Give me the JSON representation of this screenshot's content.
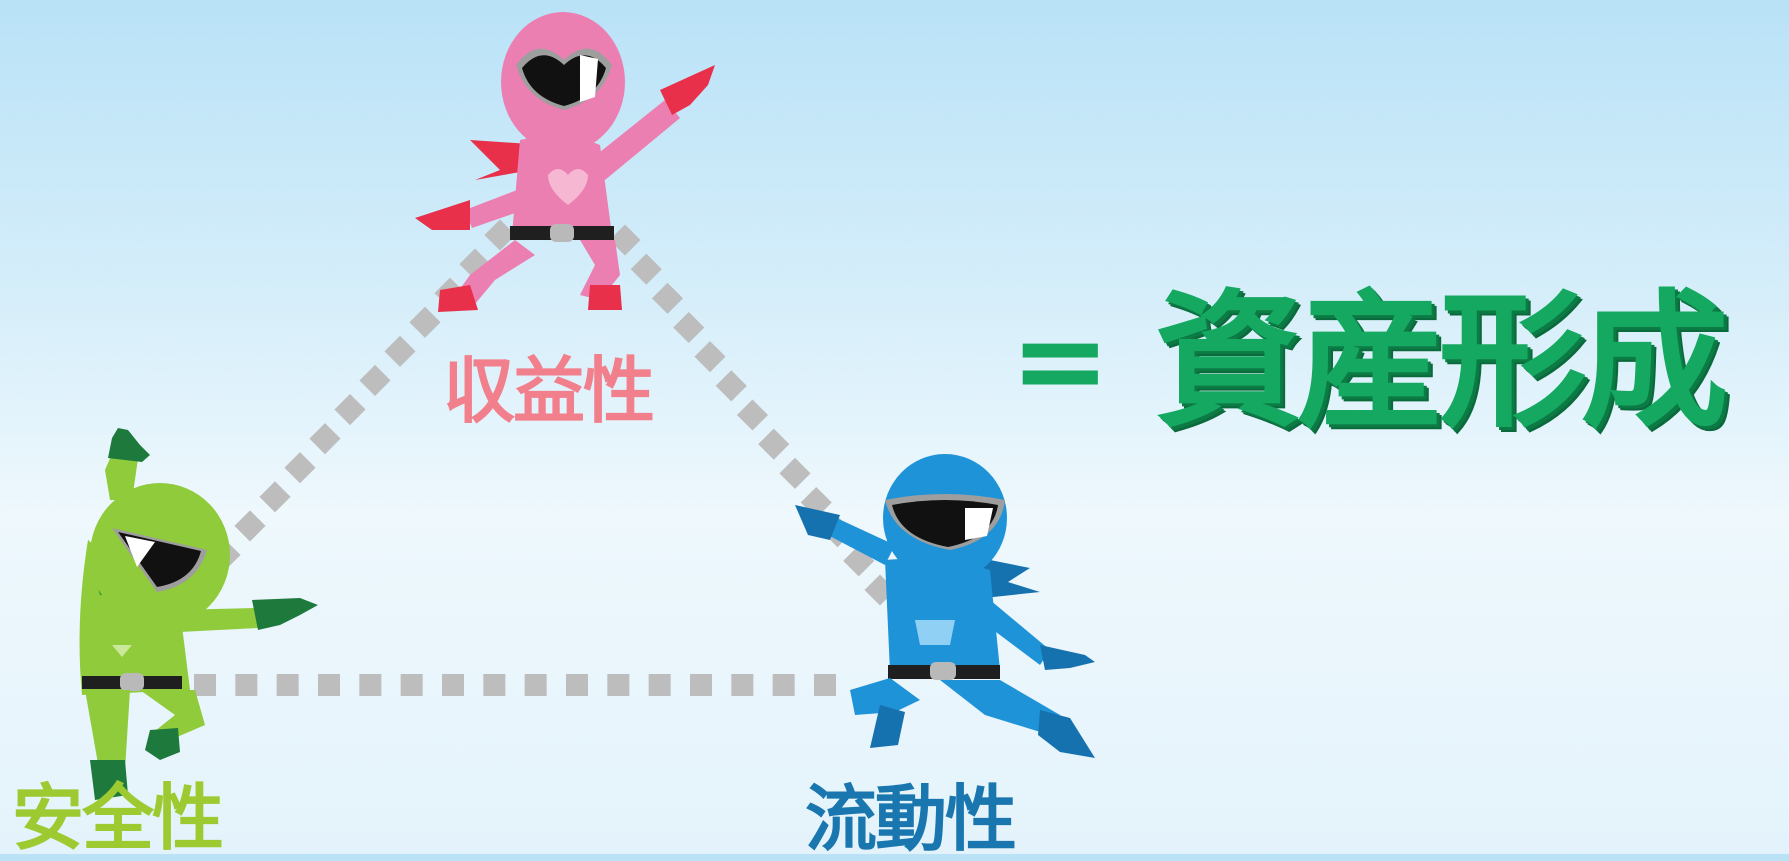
{
  "labels": {
    "profit": "収益性",
    "safety": "安全性",
    "liquidity": "流動性"
  },
  "equation": {
    "equals": "=",
    "title": "資産形成"
  },
  "icons": {
    "pink_hero": "pink-ranger-icon",
    "green_hero": "green-ranger-icon",
    "blue_hero": "blue-ranger-icon"
  },
  "colors": {
    "profit": "#f27f8c",
    "safety": "#9dc931",
    "liquidity": "#1a76ae",
    "title": "#14a860",
    "dots": "#bdbdbd",
    "pink_suit": "#ec7fb1",
    "green_suit": "#8fcb3a",
    "blue_suit": "#1f93d8"
  }
}
